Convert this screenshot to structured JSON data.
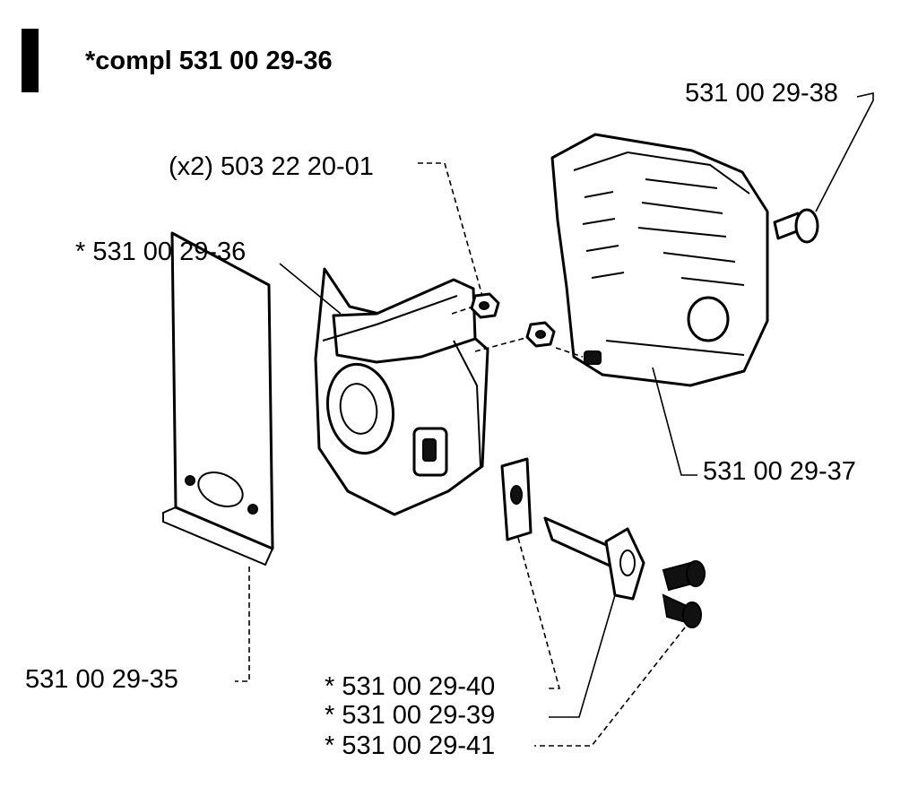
{
  "title": "*compl 531 00 29-36",
  "labels": {
    "p38": "531 00 29-38",
    "p0120": "(x2) 503 22 20-01",
    "p36": "* 531 00 29-36",
    "p37": "531 00 29-37",
    "p35": "531 00 29-35",
    "p40": "* 531 00 29-40",
    "p39": "* 531 00 29-39",
    "p41": "* 531 00 29-41"
  }
}
